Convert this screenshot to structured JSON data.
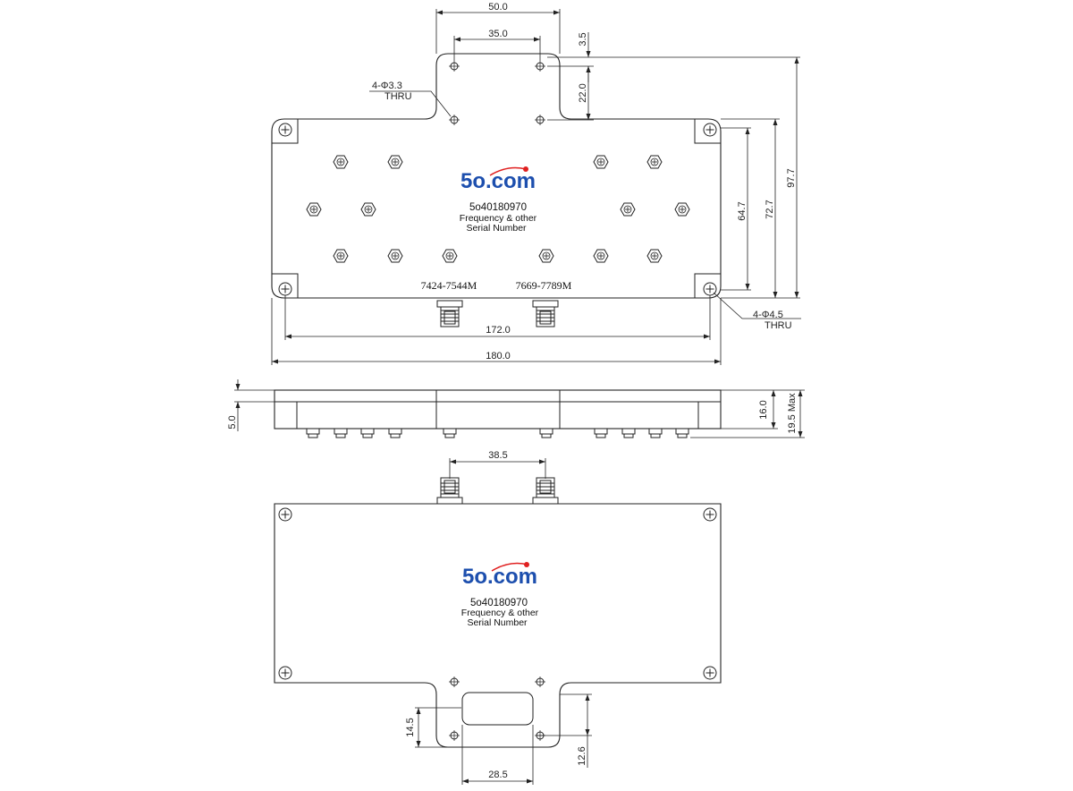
{
  "brand": {
    "logo_text": "5o.com",
    "accent_dot": "#e02020",
    "logo_color": "#1d4fae"
  },
  "top_view": {
    "part_number": "5o40180970",
    "line2": "Frequency & other",
    "line3": "Serial Number",
    "port_left": "7424-7544M",
    "port_right": "7669-7789M",
    "hole_small_label": "4-Φ3.3",
    "hole_small_thru": "THRU",
    "hole_large_label": "4-Φ4.5",
    "hole_large_thru": "THRU"
  },
  "bottom_view": {
    "part_number": "5o40180970",
    "line2": "Frequency & other",
    "line3": "Serial Number"
  },
  "dimensions": {
    "tab_width": "50.0",
    "tab_hole_spacing": "35.0",
    "tab_edge_offset": "3.5",
    "tab_hole_vertical": "22.0",
    "hole_vertical_inner": "64.7",
    "hole_vertical_outer": "72.7",
    "overall_height": "97.7",
    "hole_horizontal": "172.0",
    "overall_width": "180.0",
    "side_step": "5.0",
    "body_height": "16.0",
    "max_height": "19.5 Max",
    "connector_spacing": "38.5",
    "slot_height": "14.5",
    "slot_width": "28.5",
    "tab_bottom_offset": "12.6"
  }
}
